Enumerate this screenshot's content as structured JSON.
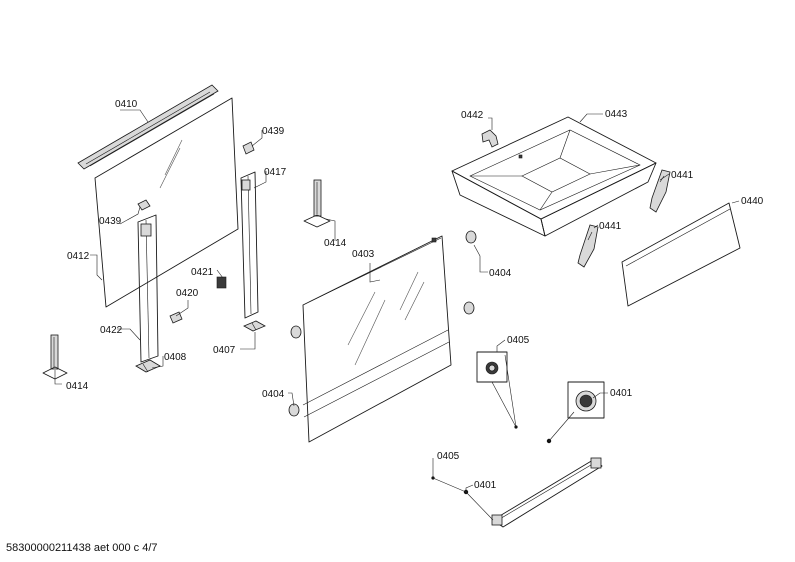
{
  "labels": {
    "p0410": "0410",
    "p0439a": "0439",
    "p0439b": "0439",
    "p0417": "0417",
    "p0412": "0412",
    "p0421": "0421",
    "p0420": "0420",
    "p0422": "0422",
    "p0408": "0408",
    "p0414a": "0414",
    "p0414b": "0414",
    "p0407": "0407",
    "p0403": "0403",
    "p0404a": "0404",
    "p0404b": "0404",
    "p0442": "0442",
    "p0443": "0443",
    "p0441a": "0441",
    "p0441b": "0441",
    "p0440": "0440",
    "p0405a": "0405",
    "p0405b": "0405",
    "p0401a": "0401",
    "p0401b": "0401"
  },
  "footer": "58300000211438 aet 000 c 4/7"
}
